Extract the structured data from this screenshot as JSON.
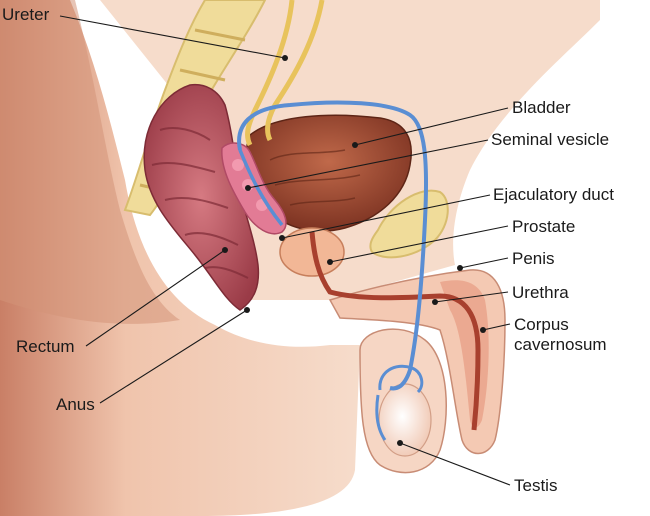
{
  "labels": {
    "ureter": "Ureter",
    "bladder": "Bladder",
    "seminal_vesicle": "Seminal vesicle",
    "ejaculatory_duct": "Ejaculatory duct",
    "prostate": "Prostate",
    "penis": "Penis",
    "urethra": "Urethra",
    "corpus_line1": "Corpus",
    "corpus_line2": "cavernosum",
    "rectum": "Rectum",
    "anus": "Anus",
    "testis": "Testis"
  },
  "colors": {
    "skin": "#f3d2bd",
    "skin_shadow": "#d79a82",
    "rectum": "#b4505a",
    "bladder": "#9c4a32",
    "prostate": "#f2b796",
    "bone": "#f0dc9a",
    "vas_deferens": "#5a8ed3",
    "ureter": "#e8c35c",
    "seminal_vesicle": "#e27b95",
    "urethra": "#a8402e"
  }
}
